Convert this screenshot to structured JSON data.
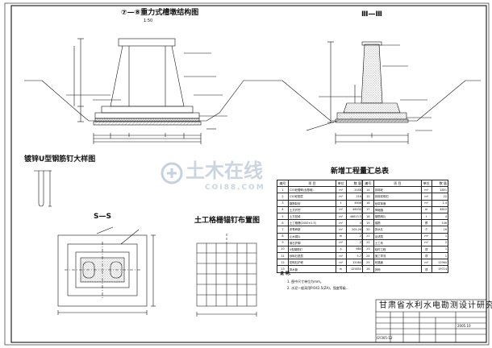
{
  "titles": {
    "gravity_elevation": "⑦—⑧重力式槽墩结构图",
    "section_3": "Ⅲ—Ⅲ",
    "rebar_detail": "镀锌U型钢筋钉大样图",
    "section_ss": "S—S",
    "nail_layout": "土工格栅锚钉布置图",
    "quantity_table": "新增工程量汇总表"
  },
  "scale_note": "1:50",
  "notes": {
    "heading": "说 明:",
    "items": [
      "1. 图中尺寸单位为mm。",
      "2. 水泥一般采用P.O42.5(ZA)，强度等级…"
    ]
  },
  "quantity_table": {
    "headers": [
      "编号",
      "项 目",
      "单位",
      "数 量"
    ],
    "left_rows": [
      {
        "no": "1",
        "item": "C25砼槽墩(含基础)",
        "unit": "m³",
        "qty": "2058"
      },
      {
        "no": "2",
        "item": "C20砼垫层",
        "unit": "m³",
        "qty": "216"
      },
      {
        "no": "3",
        "item": "钢筋制安",
        "unit": "t",
        "qty": "4608"
      },
      {
        "no": "4",
        "item": "土方开挖",
        "unit": "m³",
        "qty": "46030"
      },
      {
        "no": "5",
        "item": "土方回填",
        "unit": "m³",
        "qty": "46613.5"
      },
      {
        "no": "6",
        "item": "土工格栅(2000×1.5)",
        "unit": "m²",
        "qty": "4"
      },
      {
        "no": "7",
        "item": "沥青麻絮",
        "unit": "m²",
        "qty": "205.26"
      },
      {
        "no": "8",
        "item": "止水铜片",
        "unit": "m",
        "qty": "2"
      },
      {
        "no": "9",
        "item": "抛石护脚",
        "unit": "m³",
        "qty": "2"
      },
      {
        "no": "10",
        "item": "U型钢筋钉",
        "unit": "个",
        "qty": "680"
      },
      {
        "no": "11",
        "item": "砂砾石垫层",
        "unit": "m³",
        "qty": "5.7"
      },
      {
        "no": "12",
        "item": "浆砌石护坡",
        "unit": "m³",
        "qty": "12084"
      },
      {
        "no": "13",
        "item": "排水管",
        "unit": "m",
        "qty": "125850"
      }
    ],
    "right_rows": [
      {
        "no": "14",
        "item": "拆除砼",
        "unit": "m³",
        "qty": "1851"
      },
      {
        "no": "15",
        "item": "拆除浆砌石",
        "unit": "m³",
        "qty": "22"
      },
      {
        "no": "16",
        "item": "砂浆抹面",
        "unit": "m²",
        "qty": "1.4"
      },
      {
        "no": "17",
        "item": "伸缩缝",
        "unit": "m",
        "qty": "4610"
      },
      {
        "no": "18",
        "item": "钢筋网片",
        "unit": "t",
        "qty": "4"
      },
      {
        "no": "19",
        "item": "锚筋",
        "unit": "根",
        "qty": "146"
      },
      {
        "no": "20",
        "item": "排水孔",
        "unit": "个",
        "qty": "16"
      },
      {
        "no": "21",
        "item": "反滤层",
        "unit": "m³",
        "qty": "1"
      },
      {
        "no": "22",
        "item": "土工布",
        "unit": "m²",
        "qty": "2"
      },
      {
        "no": "23",
        "item": "临时工程",
        "unit": "项",
        "qty": "1"
      },
      {
        "no": "24",
        "item": "施工导流",
        "unit": "项",
        "qty": "1"
      },
      {
        "no": "25",
        "item": "砼路面",
        "unit": "m²",
        "qty": "11960"
      },
      {
        "no": "26",
        "item": "其他",
        "unit": "项",
        "qty": "19714"
      }
    ]
  },
  "title_block": {
    "institute": "甘肃省水利水电勘测设计研究院",
    "drawing_no": "GY305-12",
    "date": "2005.10"
  },
  "watermark": {
    "cn": "土木在线",
    "en": "COI88.COM"
  },
  "colors": {
    "line": "#111111",
    "hatch": "#555555",
    "watermark": "#9fb3c8"
  }
}
